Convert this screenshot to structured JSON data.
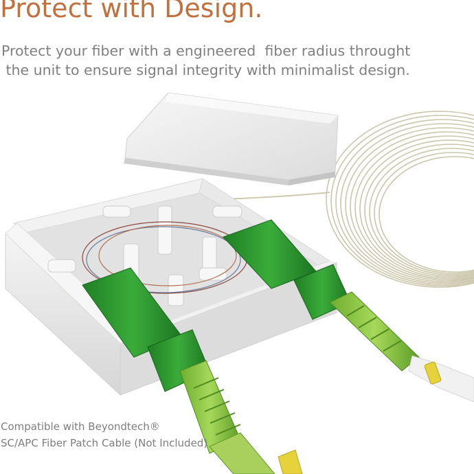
{
  "headline": "Protect with Design.",
  "tagline": {
    "line1": "Protect your fiber with a engineered  fiber radius throught",
    "line2": " the unit to ensure signal integrity with minimalist design."
  },
  "caption": {
    "line1": "Compatible with Beyondtech®",
    "line2": "SC/APC Fiber Patch Cable (Not Included)"
  },
  "colors": {
    "headline": "#c2703e",
    "body_text": "#7f7f7f",
    "connector_green": "#2e9a2e",
    "boot_green": "#8cc63f",
    "ferrule_yellow": "#e6d23a",
    "housing_white": "#ededed",
    "cable_beige": "#c8c3a6"
  }
}
